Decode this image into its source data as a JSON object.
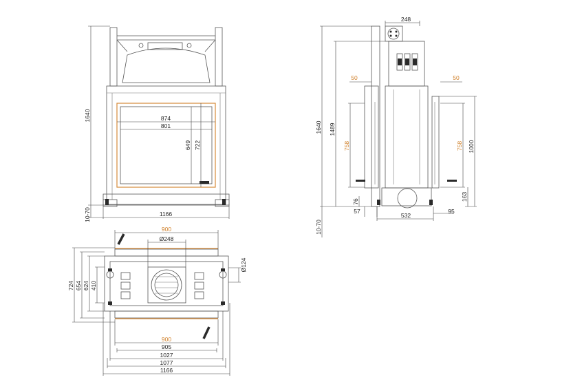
{
  "colors": {
    "line": "#555555",
    "accent_orange": "#d58a3a",
    "text": "#222222"
  },
  "front_view": {
    "height_total": "1640",
    "feet_range": "10-70",
    "width_total": "1166",
    "opening_width_outer": "874",
    "opening_width_inner": "801",
    "opening_height_inner": "649",
    "opening_height_outer": "722"
  },
  "side_view": {
    "flue_width": "248",
    "height_total": "1640",
    "height_body": "1489",
    "feet_range": "10-70",
    "left_offset": "50",
    "right_offset": "50",
    "left_height": "758",
    "right_height": "758",
    "right_outer_height": "1000",
    "base_height": "76",
    "right_base": "163",
    "foot_left": "57",
    "base_width": "532",
    "foot_right": "95"
  },
  "top_view": {
    "top_width": "900",
    "flue_diameter": "Ø248",
    "inlet_diameter": "Ø124",
    "depth_724": "724",
    "depth_654": "654",
    "depth_624": "624",
    "depth_410": "410",
    "bottom_900": "900",
    "width_905": "905",
    "width_1027": "1027",
    "width_1077": "1077",
    "width_1166": "1166"
  }
}
